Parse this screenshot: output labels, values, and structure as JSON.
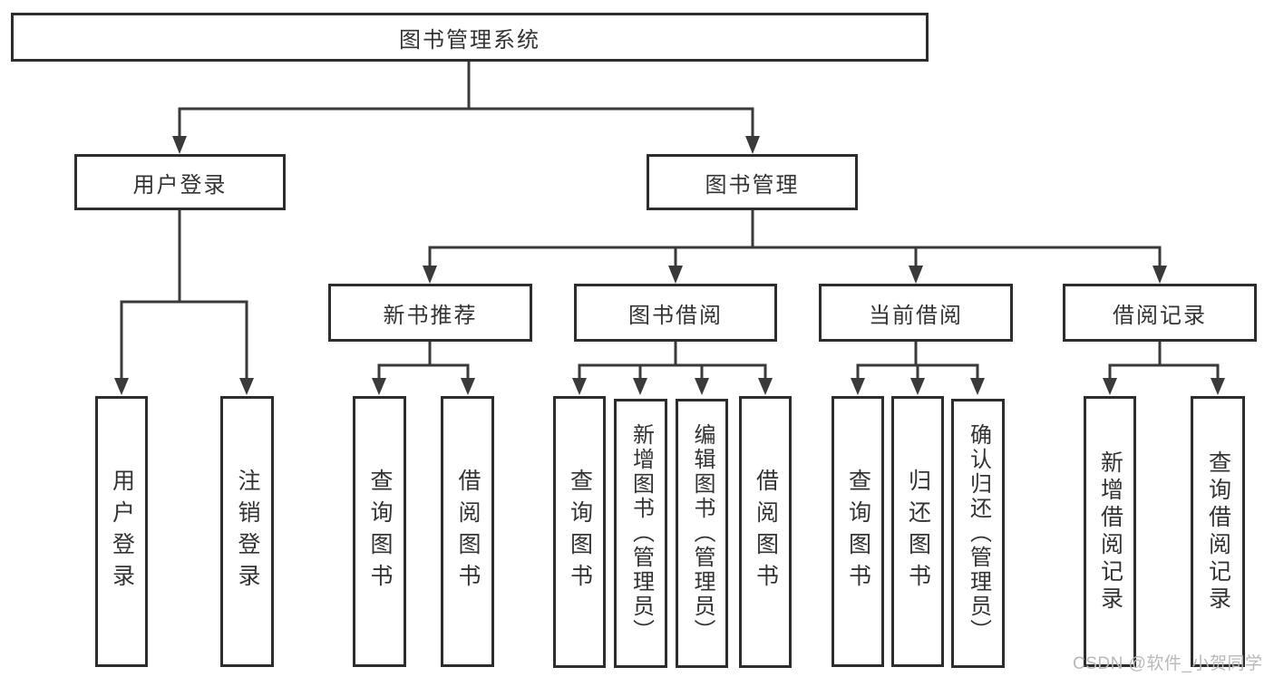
{
  "diagram": {
    "type": "tree",
    "nodes": {
      "root": "图书管理系统",
      "level2": [
        "用户登录",
        "图书管理"
      ],
      "level3": [
        "新书推荐",
        "图书借阅",
        "当前借阅",
        "借阅记录"
      ],
      "leaves_user_login": [
        "用户登录",
        "注销登录"
      ],
      "leaves_new_books": [
        "查询图书",
        "借阅图书"
      ],
      "leaves_borrowing": [
        "查询图书",
        "新增图书（管理员）",
        "编辑图书（管理员）",
        "借阅图书"
      ],
      "leaves_current": [
        "查询图书",
        "归还图书",
        "确认归还（管理员）"
      ],
      "leaves_records": [
        "新增借阅记录",
        "查询借阅记录"
      ]
    },
    "edges": [
      {
        "from": "图书管理系统",
        "to": [
          "用户登录",
          "图书管理"
        ]
      },
      {
        "from": "用户登录",
        "to": [
          "用户登录",
          "注销登录"
        ]
      },
      {
        "from": "图书管理",
        "to": [
          "新书推荐",
          "图书借阅",
          "当前借阅",
          "借阅记录"
        ]
      },
      {
        "from": "新书推荐",
        "to": [
          "查询图书",
          "借阅图书"
        ]
      },
      {
        "from": "图书借阅",
        "to": [
          "查询图书",
          "新增图书（管理员）",
          "编辑图书（管理员）",
          "借阅图书"
        ]
      },
      {
        "from": "当前借阅",
        "to": [
          "查询图书",
          "归还图书",
          "确认归还（管理员）"
        ]
      },
      {
        "from": "借阅记录",
        "to": [
          "新增借阅记录",
          "查询借阅记录"
        ]
      }
    ],
    "colors": {
      "line": "#3a3a3a",
      "box_border": "#2d2d2d",
      "box_fill": "#ffffff",
      "text": "#333333",
      "watermark": "#b9b9bd",
      "background": "#ffffff"
    }
  },
  "watermark": "CSDN @软件_小贺同学"
}
